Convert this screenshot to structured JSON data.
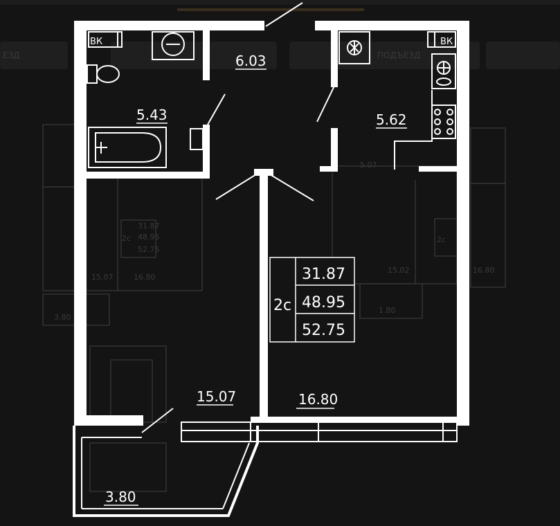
{
  "plan": {
    "type_code": "2с",
    "areas": {
      "living": "31.87",
      "total": "48.95",
      "total_with_balcony": "52.75"
    },
    "rooms": {
      "hall": "6.03",
      "bathroom": "5.43",
      "kitchen": "5.62",
      "room_left": "15.07",
      "room_right": "16.80",
      "balcony": "3.80"
    },
    "duct_labels": {
      "left": "ВК",
      "right": "ВК"
    }
  },
  "background": {
    "tabs": [
      "ЕЗД",
      "",
      "ПОДЪЕЗД",
      ""
    ],
    "ghost_plan": {
      "type_code": "2с",
      "areas": [
        "31.87",
        "48.95",
        "52.75"
      ],
      "rooms": [
        "15.07",
        "16.80",
        "3.80",
        "5.07",
        "15.02",
        "16.80",
        "1.80"
      ]
    }
  },
  "colors": {
    "background": "#141414",
    "walls": "#ffffff",
    "ghost_lines": "#3b3b3b",
    "tab_fill": "#1f1f1f"
  }
}
